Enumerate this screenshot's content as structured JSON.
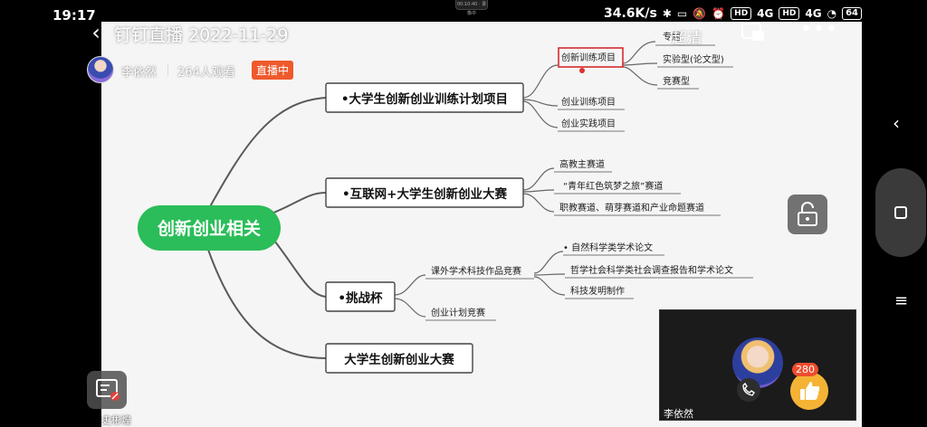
{
  "status_bar": {
    "time": "19:17",
    "camera_label": "00:10:40 · 录像中",
    "net_speed": "34.6K/s",
    "network_1": "HD",
    "network_2": "HD",
    "signal_1": "4G",
    "signal_2": "4G",
    "battery": "64"
  },
  "header": {
    "title": "钉钉直播 2022-11-29",
    "host_name": "李依然",
    "viewer_count": "264人观看",
    "live_badge": "直播中",
    "quality": "超清"
  },
  "mindmap": {
    "root": "创新创业相关",
    "branches": [
      {
        "label": "•大学生创新创业训练计划项目",
        "children": [
          {
            "label": "创新训练项目",
            "children": [
              "专题",
              "实验型(论文型)",
              "竞赛型"
            ]
          },
          {
            "label": "创业训练项目"
          },
          {
            "label": "创业实践项目"
          }
        ]
      },
      {
        "label": "•互联网+大学生创新创业大赛",
        "children": [
          {
            "label": "高教主赛道"
          },
          {
            "label": "“青年红色筑梦之旅”赛道"
          },
          {
            "label": "职教赛道、萌芽赛道和产业命题赛道"
          }
        ]
      },
      {
        "label": "•挑战杯",
        "children": [
          {
            "label": "课外学术科技作品竞赛",
            "children": [
              "• 自然科学类学术论文",
              "哲学社会科学类社会调查报告和学术论文",
              "科技发明制作"
            ]
          },
          {
            "label": "创业计划竞赛"
          }
        ]
      },
      {
        "label": "大学生创新创业大赛"
      }
    ]
  },
  "video": {
    "name": "李依然",
    "likes": "280"
  },
  "presenter": {
    "name": "史彬煌"
  },
  "colors": {
    "root_bg": "#2bbd59",
    "highlight_box": "#d62b2b",
    "live_badge": "#ef5a2c",
    "like_button": "#f5b335",
    "connector": "#5a5a5a"
  },
  "icons": [
    "chevron-left-icon",
    "bluetooth-icon",
    "vibrate-icon",
    "mute-icon",
    "alarm-icon",
    "wifi-icon",
    "pip-icon",
    "more-icon",
    "lock-icon",
    "screen-share-icon",
    "call-icon",
    "thumbs-up-icon",
    "nav-back-icon",
    "nav-home-icon",
    "nav-menu-icon"
  ]
}
